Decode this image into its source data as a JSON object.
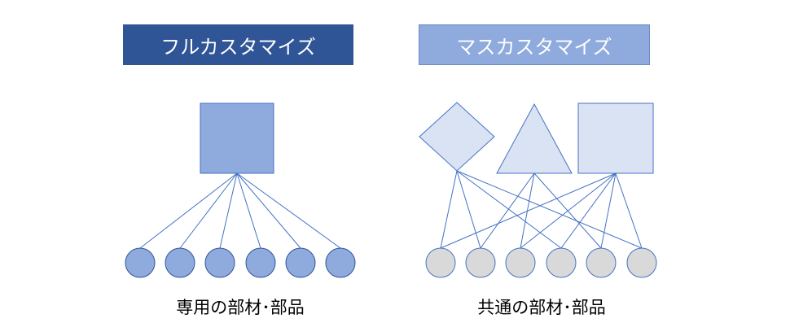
{
  "colors": {
    "full_header_bg": "#2F5597",
    "mass_header_bg": "#8FAADC",
    "mass_header_border": "#6A8BC4",
    "line": "#4472C4",
    "full_shape_fill": "#8FAADC",
    "mass_shape_fill": "#DAE3F3",
    "full_part_fill": "#8FAADC",
    "mass_part_fill": "#D9D9D9",
    "part_stroke": "#2F5597",
    "mass_part_stroke": "#4472C4"
  },
  "full": {
    "title": "フルカスタマイズ",
    "caption": "専用の部材･部品",
    "product_shape": "square",
    "part_count": 6
  },
  "mass": {
    "title": "マスカスタマイズ",
    "caption": "共通の部材･部品",
    "product_shapes": [
      "diamond",
      "triangle",
      "square"
    ],
    "part_count": 6
  }
}
